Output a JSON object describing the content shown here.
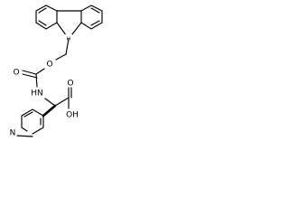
{
  "molecule": {
    "atoms": {
      "fluorene_bridge_h": "H",
      "ester_oxygen": "O",
      "carbonyl_oxygen_top": "O",
      "amide_nitrogen": "HN",
      "acid_carbonyl_oxygen": "O",
      "acid_hydroxyl": "OH",
      "pyridine_nitrogen": "N"
    }
  }
}
